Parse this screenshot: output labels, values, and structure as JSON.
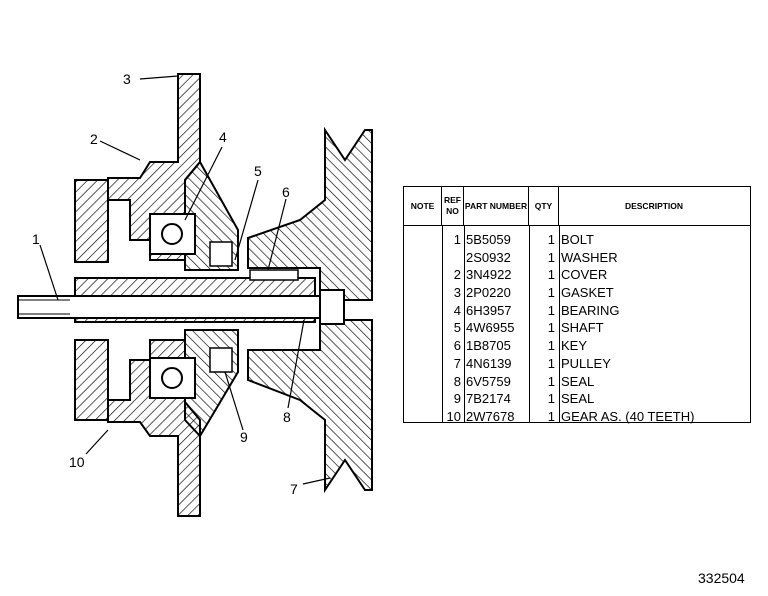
{
  "callouts": {
    "c1": "1",
    "c2": "2",
    "c3": "3",
    "c4": "4",
    "c5": "5",
    "c6": "6",
    "c7": "7",
    "c8": "8",
    "c9": "9",
    "c10": "10"
  },
  "table": {
    "headers": {
      "note": "NOTE",
      "ref_no": "REF NO",
      "part_number": "PART NUMBER",
      "qty": "QTY",
      "description": "DESCRIPTION"
    },
    "rows": [
      {
        "ref": "1",
        "part": "5B5059",
        "qty": "1",
        "desc": "BOLT"
      },
      {
        "ref": "",
        "part": "2S0932",
        "qty": "1",
        "desc": "WASHER"
      },
      {
        "ref": "2",
        "part": "3N4922",
        "qty": "1",
        "desc": "COVER"
      },
      {
        "ref": "3",
        "part": "2P0220",
        "qty": "1",
        "desc": "GASKET"
      },
      {
        "ref": "4",
        "part": "6H3957",
        "qty": "1",
        "desc": "BEARING"
      },
      {
        "ref": "5",
        "part": "4W6955",
        "qty": "1",
        "desc": "SHAFT"
      },
      {
        "ref": "6",
        "part": "1B8705",
        "qty": "1",
        "desc": "KEY"
      },
      {
        "ref": "7",
        "part": "4N6139",
        "qty": "1",
        "desc": "PULLEY"
      },
      {
        "ref": "8",
        "part": "6V5759",
        "qty": "1",
        "desc": "SEAL"
      },
      {
        "ref": "9",
        "part": "7B2174",
        "qty": "1",
        "desc": "SEAL"
      },
      {
        "ref": "10",
        "part": "2W7678",
        "qty": "1",
        "desc": "GEAR AS. (40 TEETH)"
      }
    ]
  },
  "document_number": "332504"
}
